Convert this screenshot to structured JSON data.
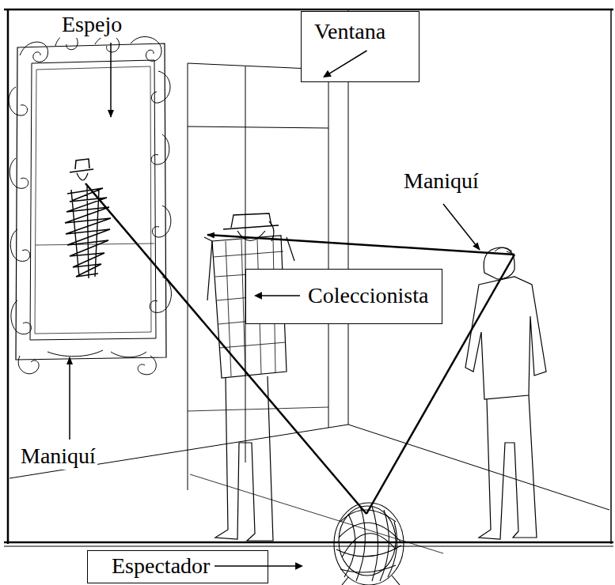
{
  "diagram": {
    "nodes": [
      {
        "text": [
          "Ventana"
        ]
      },
      {
        "text": [
          "Coleccionista"
        ]
      },
      {
        "text": [
          "Espectador"
        ]
      }
    ],
    "labels": [
      "Espejo",
      "Maniquí",
      "Maniquí"
    ]
  }
}
